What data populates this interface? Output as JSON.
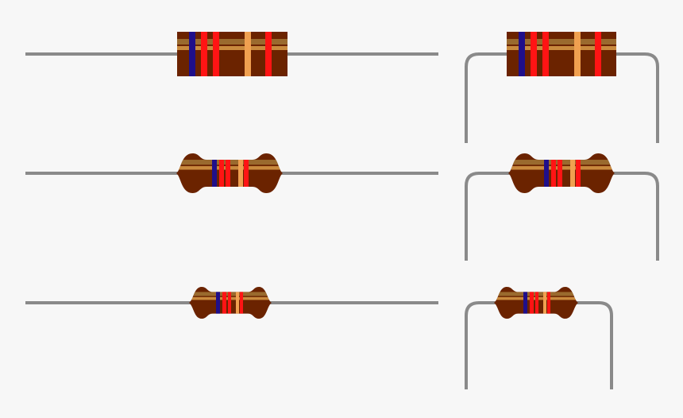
{
  "colors": {
    "background": "#f7f7f7",
    "lead": "#8a8a8a",
    "body": "#6b2300",
    "stripe_dark": "#9a6a2e",
    "stripe_light": "#c98a3e"
  },
  "band_colors": [
    "#1f0f8a",
    "#ff1414",
    "#ff1414",
    "#f0a050",
    "#ff1414"
  ],
  "resistors": [
    {
      "style": "cylinder",
      "leads": "straight"
    },
    {
      "style": "cylinder",
      "leads": "bent"
    },
    {
      "style": "dogbone",
      "leads": "straight"
    },
    {
      "style": "dogbone",
      "leads": "bent"
    },
    {
      "style": "dogbone-small",
      "leads": "straight"
    },
    {
      "style": "dogbone-small",
      "leads": "bent"
    }
  ]
}
